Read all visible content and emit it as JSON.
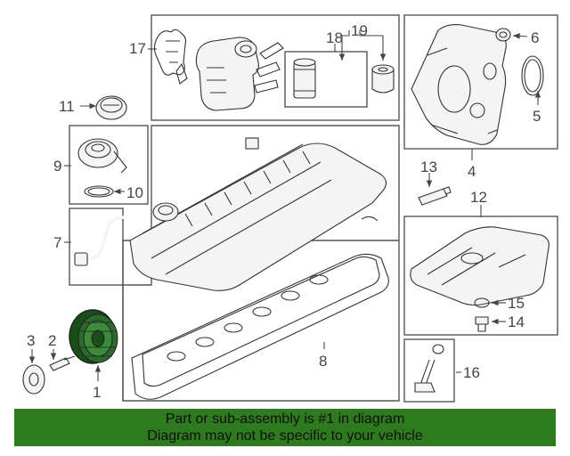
{
  "callouts": {
    "c1": "1",
    "c2": "2",
    "c3": "3",
    "c4": "4",
    "c5": "5",
    "c6": "6",
    "c7": "7",
    "c8": "8",
    "c9": "9",
    "c10": "10",
    "c11": "11",
    "c12": "12",
    "c13": "13",
    "c14": "14",
    "c15": "15",
    "c16": "16",
    "c17": "17",
    "c18": "18",
    "c19": "19"
  },
  "banner": {
    "line1": "Part or sub-assembly is #1 in diagram",
    "line2": "Diagram may not be specific to your vehicle",
    "color": "#2d7a1f"
  }
}
